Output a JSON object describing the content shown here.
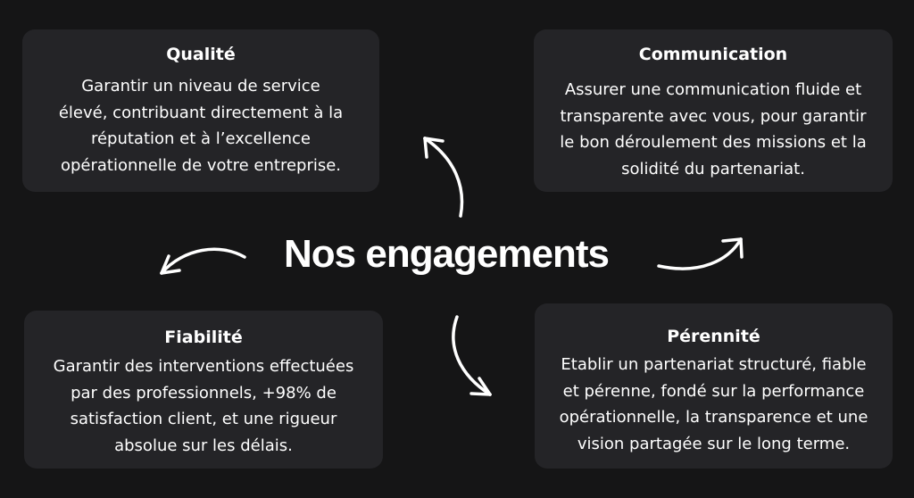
{
  "diagram": {
    "center_title": "Nos engagements",
    "cards": [
      {
        "id": "qualite",
        "title": "Qualité",
        "lines": [
          "Garantir un niveau de service",
          "élevé, contribuant directement à la",
          "réputation et à l’excellence",
          "opérationnelle de votre entreprise."
        ]
      },
      {
        "id": "communication",
        "title": "Communication",
        "lines": [
          "Assurer une communication fluide et",
          "transparente avec vous, pour garantir",
          "le bon déroulement des missions et la",
          "solidité du partenariat."
        ]
      },
      {
        "id": "fiabilite",
        "title": "Fiabilité",
        "lines": [
          "Garantir des interventions effectuées",
          "par des professionnels, +98% de",
          "satisfaction client, et une rigueur",
          "absolue sur les délais."
        ]
      },
      {
        "id": "perennite",
        "title": "Pérennité",
        "lines": [
          "Etablir un partenariat structuré, fiable",
          "et pérenne, fondé sur la performance",
          "opérationnelle, la transparence et une",
          "vision partagée sur le long terme."
        ]
      }
    ],
    "colors": {
      "background": "#151516",
      "card": "#242427",
      "text": "#ffffff"
    }
  }
}
